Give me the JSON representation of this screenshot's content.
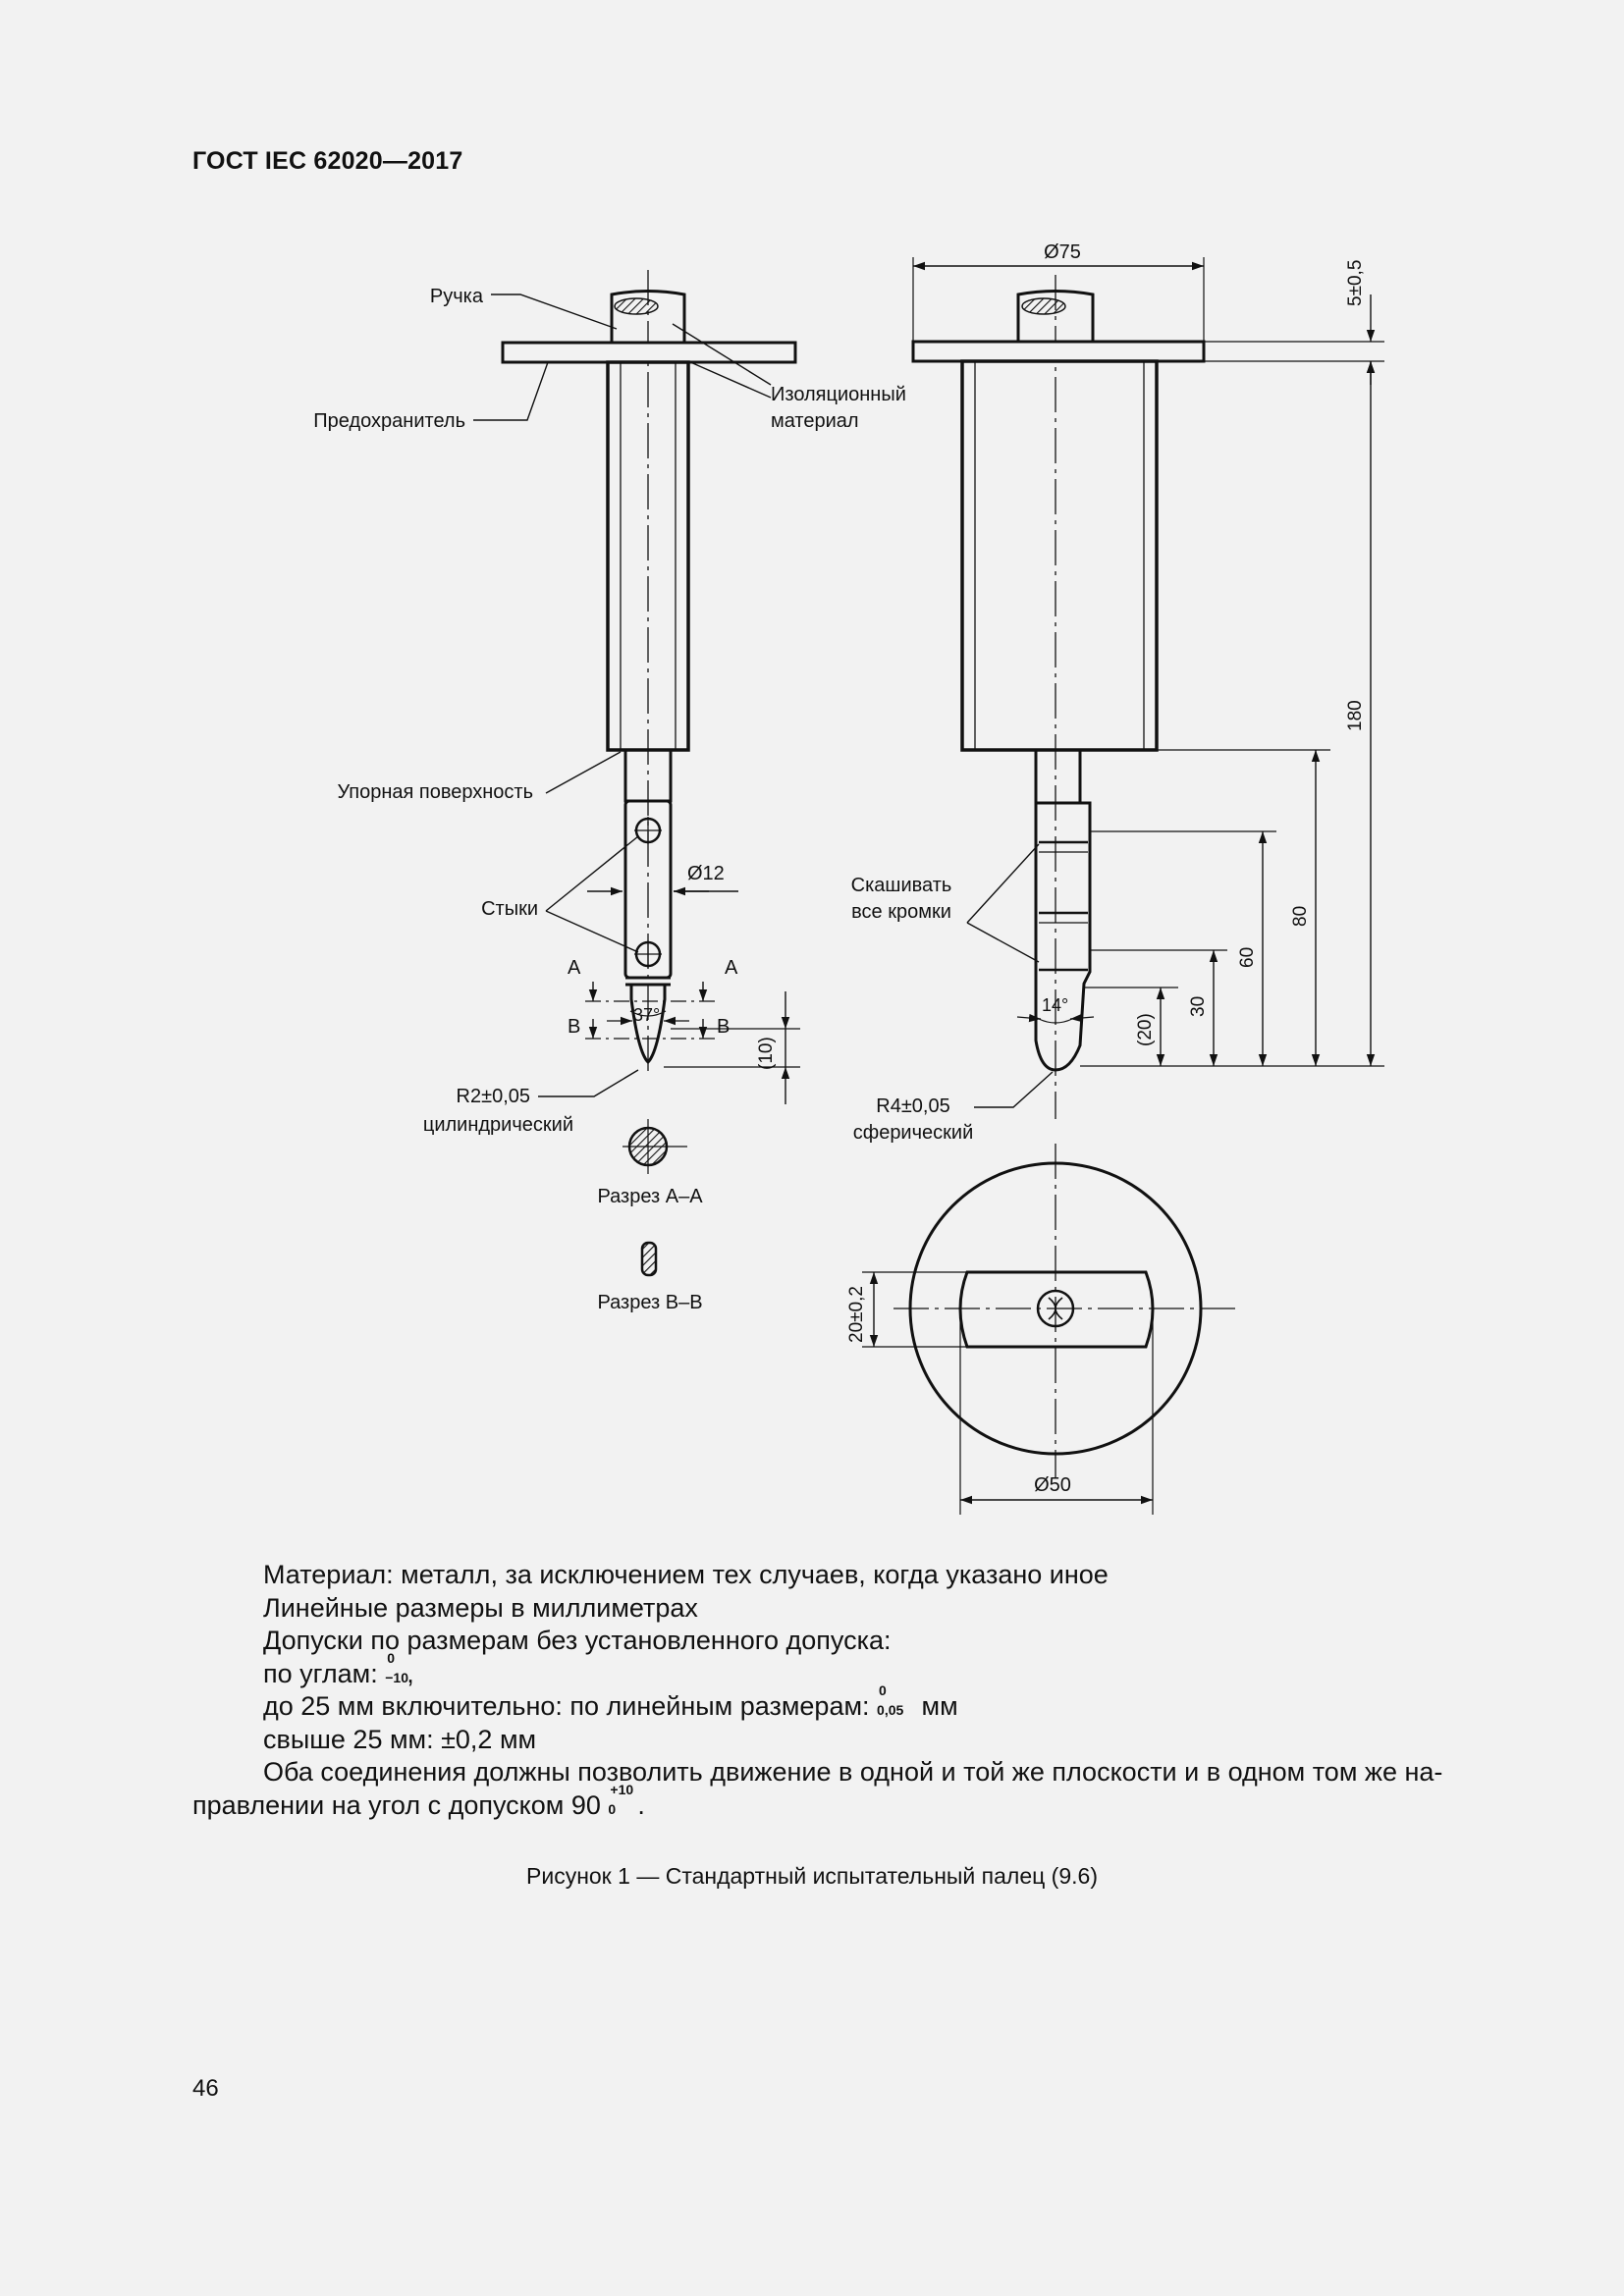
{
  "header": "ГОСТ IEC 62020—2017",
  "figure": {
    "labels": {
      "handle": "Ручка",
      "guard": "Предохранитель",
      "insulating_1": "Изоляционный",
      "insulating_2": "материал",
      "stop_face": "Упорная поверхность",
      "joints": "Стыки",
      "chamfer_1": "Скашивать",
      "chamfer_2": "все кромки",
      "r2": "R2±0,05",
      "r2_sub": "цилиндрический",
      "r4": "R4±0,05",
      "r4_sub": "сферический",
      "section_aa": "Разрез А–А",
      "section_bb": "Разрез В–В",
      "sec_a": "A",
      "sec_b": "B"
    },
    "dims": {
      "d75": "Ø75",
      "t5": "5±0,5",
      "d180": "180",
      "d80": "80",
      "d60": "60",
      "d30": "30",
      "d20p": "(20)",
      "d10p": "(10)",
      "a37": "37°",
      "a14": "14°",
      "d12": "Ø12",
      "d50": "Ø50",
      "w20": "20±0,2"
    }
  },
  "notes": {
    "l1": "Материал: металл, за исключением тех случаев, когда указано иное",
    "l2": "Линейные размеры в миллиметрах",
    "l3": "Допуски по размерам без установленного допуска:",
    "l4_pre": "по углам: ",
    "l4_up": "0",
    "l4_dn": "−10",
    "l4_post": ",",
    "l5_pre": "до 25 мм включительно: по линейным размерам: ",
    "l5_up": "0",
    "l5_dn": "0,05",
    "l5_post": " мм",
    "l6": "свыше 25 мм: ±0,2 мм",
    "p1": "Оба соединения должны позволить движение в одной и той же плоскости и в одном том же на-",
    "p2_pre": "правлении на угол с допуском 90 ",
    "p2_up": "+10",
    "p2_dn": "0",
    "p2_post": "."
  },
  "caption": "Рисунок 1 — Стандартный испытательный палец (9.6)",
  "page_number": "46"
}
